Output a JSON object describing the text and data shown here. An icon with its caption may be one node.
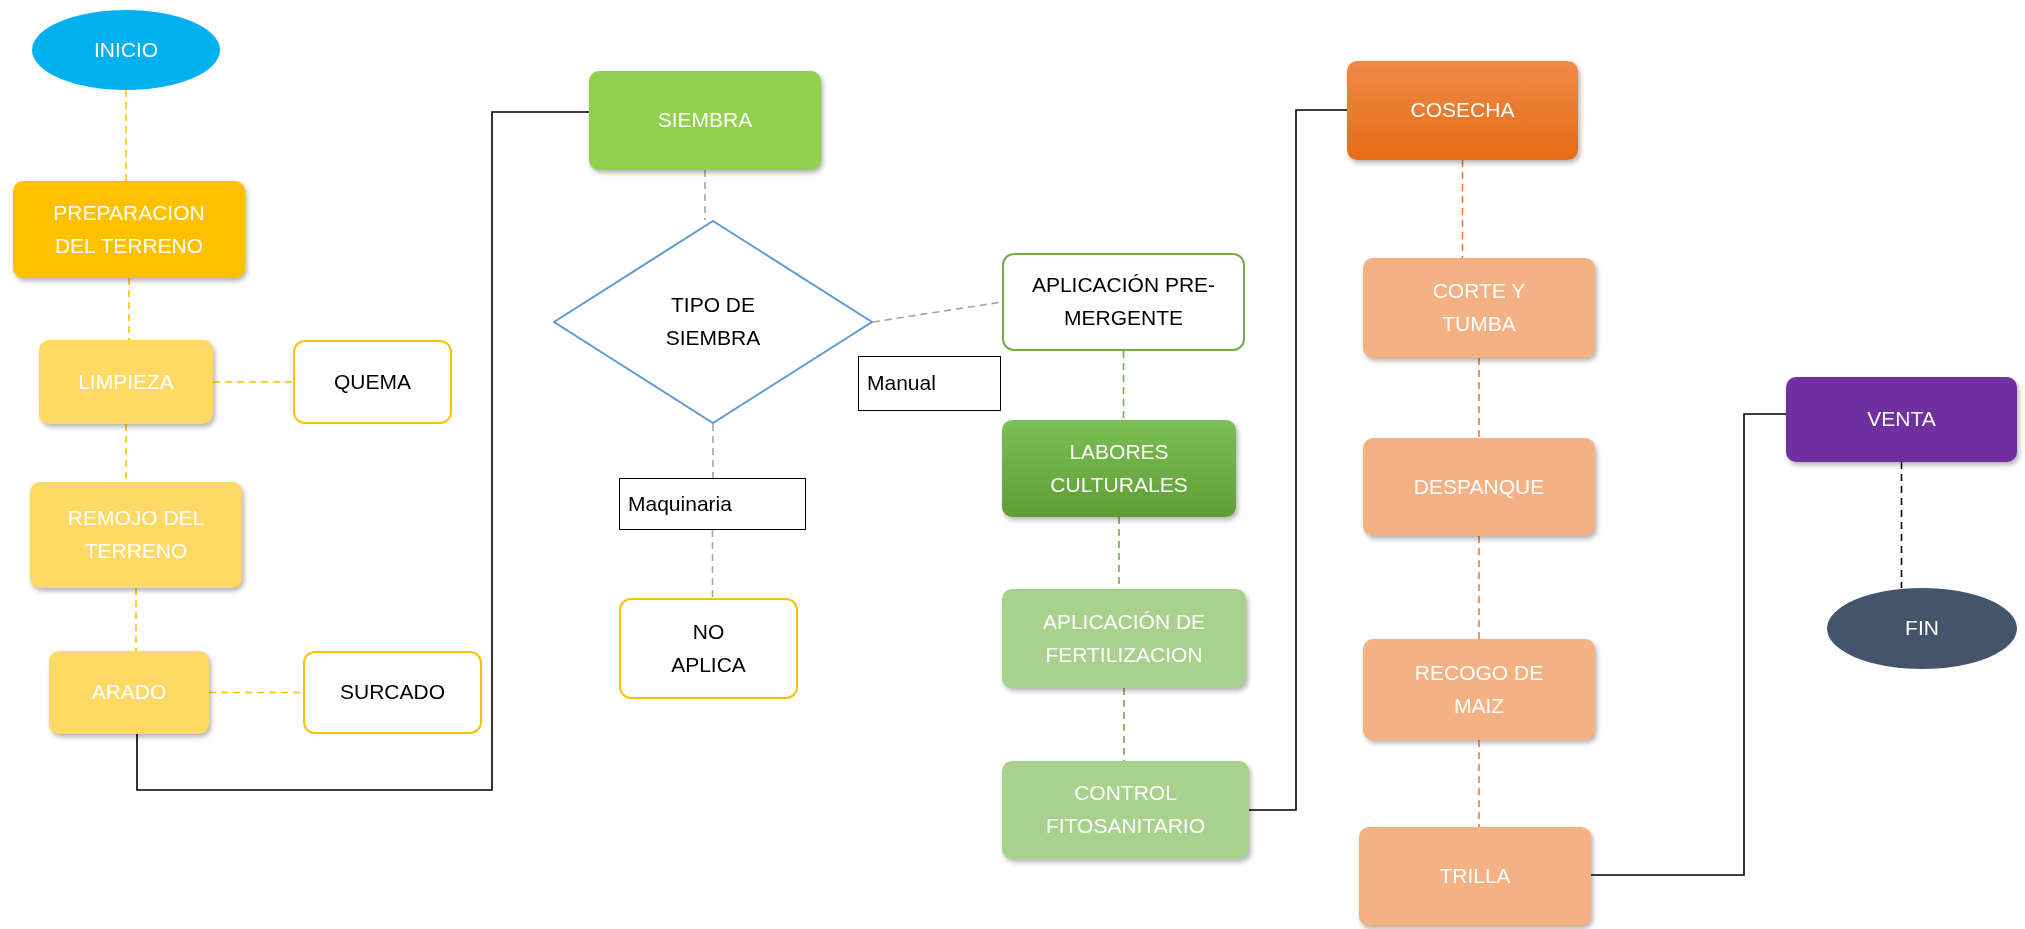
{
  "diagram": {
    "nodes": [
      {
        "text": [
          "INICIO"
        ]
      },
      {
        "text": [
          "PREPARACION DEL TERRENO"
        ]
      },
      {
        "text": [
          "LIMPIEZA"
        ]
      },
      {
        "text": [
          "QUEMA"
        ]
      },
      {
        "text": [
          "REMOJO DEL TERRENO"
        ]
      },
      {
        "text": [
          "ARADO"
        ]
      },
      {
        "text": [
          "SURCADO"
        ]
      },
      {
        "text": [
          "SIEMBRA"
        ]
      },
      {
        "text": [
          "TIPO DE SIEMBRA"
        ]
      },
      {
        "text": [
          "APLICACIÓN PRE-MERGENTE"
        ]
      },
      {
        "text": [
          "Manual"
        ]
      },
      {
        "text": [
          "Maquinaria"
        ]
      },
      {
        "text": [
          "NO APLICA"
        ]
      },
      {
        "text": [
          "LABORES CULTURALES"
        ]
      },
      {
        "text": [
          "APLICACIÓN DE FERTILIZACION"
        ]
      },
      {
        "text": [
          "CONTROL FITOSANITARIO"
        ]
      },
      {
        "text": [
          "COSECHA"
        ]
      },
      {
        "text": [
          "CORTE Y TUMBA"
        ]
      },
      {
        "text": [
          "DESPANQUE"
        ]
      },
      {
        "text": [
          "RECOGO DE MAIZ"
        ]
      },
      {
        "text": [
          "TRILLA"
        ]
      },
      {
        "text": [
          "VENTA"
        ]
      },
      {
        "text": [
          "FIN"
        ]
      }
    ],
    "edges": [
      {
        "from": 0,
        "to": 1,
        "arrow": "none",
        "style": "dashed",
        "color": "#ffc000"
      },
      {
        "from": 1,
        "to": 2,
        "arrow": "none",
        "style": "dashed",
        "color": "#ffc000"
      },
      {
        "from": 2,
        "to": 3,
        "arrow": "none",
        "style": "dashed",
        "color": "#ffc000"
      },
      {
        "from": 2,
        "to": 4,
        "arrow": "none",
        "style": "dashed",
        "color": "#ffc000"
      },
      {
        "from": 4,
        "to": 5,
        "arrow": "none",
        "style": "dashed",
        "color": "#ffc000"
      },
      {
        "from": 5,
        "to": 6,
        "arrow": "none",
        "style": "dashed",
        "color": "#ffc000"
      },
      {
        "from": 5,
        "to": 7,
        "arrow": "none",
        "color": "#000000"
      },
      {
        "from": 7,
        "to": 8,
        "arrow": "none",
        "style": "dashed",
        "color": "#a5a5a5"
      },
      {
        "from": 8,
        "to": 9,
        "arrow": "none",
        "style": "dashed",
        "color": "#a5a5a5"
      },
      {
        "from": 8,
        "to": 11,
        "arrow": "none",
        "style": "dashed",
        "color": "#a5a5a5"
      },
      {
        "from": 11,
        "to": 12,
        "arrow": "none",
        "style": "dashed",
        "color": "#a5a5a5"
      },
      {
        "from": 9,
        "to": 13,
        "arrow": "none",
        "style": "dashed",
        "color": "#70ad47"
      },
      {
        "from": 13,
        "to": 14,
        "arrow": "none",
        "style": "dashed",
        "color": "#70ad47"
      },
      {
        "from": 14,
        "to": 15,
        "arrow": "none",
        "style": "dashed",
        "color": "#70ad47"
      },
      {
        "from": 15,
        "to": 16,
        "arrow": "none",
        "color": "#000000"
      },
      {
        "from": 16,
        "to": 17,
        "arrow": "none",
        "style": "dashed",
        "color": "#ed7d31"
      },
      {
        "from": 17,
        "to": 18,
        "arrow": "none",
        "style": "dashed",
        "color": "#ed7d31"
      },
      {
        "from": 18,
        "to": 19,
        "arrow": "none",
        "style": "dashed",
        "color": "#ed7d31"
      },
      {
        "from": 19,
        "to": 20,
        "arrow": "none",
        "style": "dashed",
        "color": "#ed7d31"
      },
      {
        "from": 20,
        "to": 21,
        "arrow": "none",
        "color": "#000000"
      },
      {
        "from": 21,
        "to": 22,
        "arrow": "none",
        "style": "dashed",
        "color": "#000000"
      }
    ]
  }
}
